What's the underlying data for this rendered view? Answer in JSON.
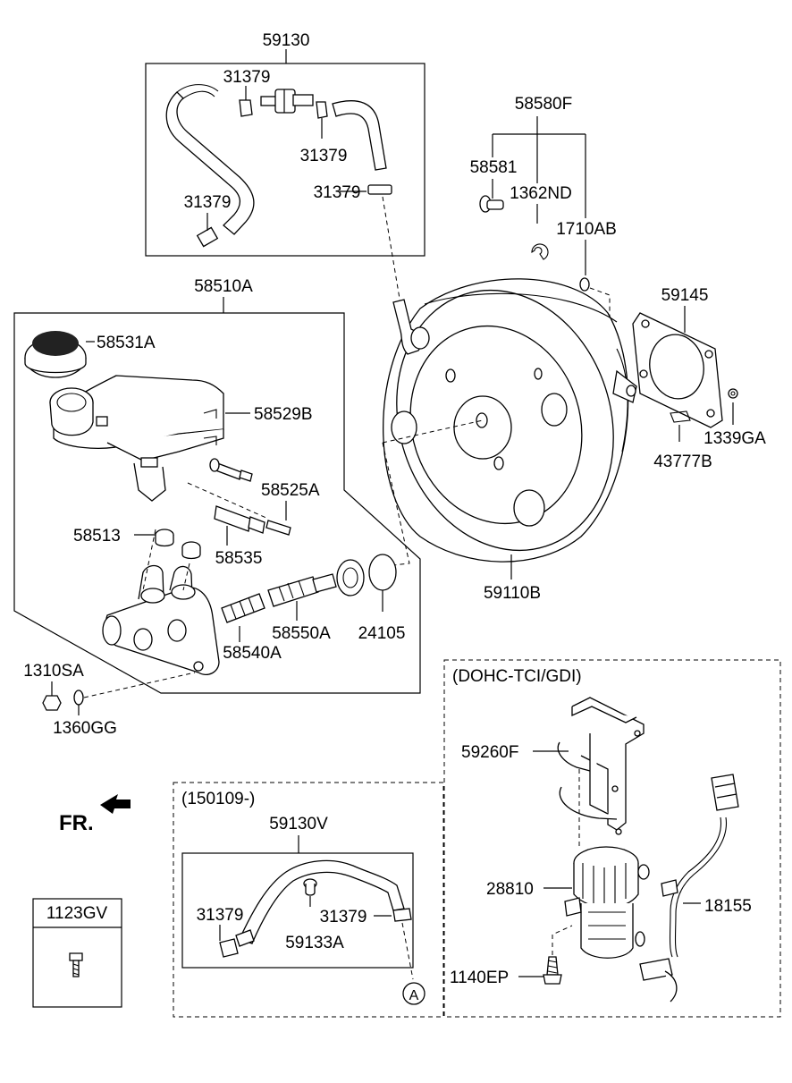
{
  "labels": {
    "p59130": "59130",
    "p31379_a": "31379",
    "p31379_b": "31379",
    "p31379_c": "31379",
    "p31379_d": "31379",
    "p58580F": "58580F",
    "p58581": "58581",
    "p1362ND": "1362ND",
    "p1710AB": "1710AB",
    "p59145": "59145",
    "p1339GA": "1339GA",
    "p43777B": "43777B",
    "p58510A": "58510A",
    "p58531A": "58531A",
    "p58529B": "58529B",
    "p58525A": "58525A",
    "p58513": "58513",
    "p58535": "58535",
    "p58540A": "58540A",
    "p58550A": "58550A",
    "p24105": "24105",
    "p59110B": "59110B",
    "p1310SA": "1310SA",
    "p1360GG": "1360GG",
    "pDOHC": "(DOHC-TCI/GDI)",
    "p59260F": "59260F",
    "p28810": "28810",
    "p18155": "18155",
    "p1140EP": "1140EP",
    "p150109": "(150109-)",
    "p59130V": "59130V",
    "p31379_e": "31379",
    "p31379_f": "31379",
    "p59133A": "59133A",
    "pFR": "FR.",
    "p1123GV": "1123GV",
    "pA": "A"
  }
}
